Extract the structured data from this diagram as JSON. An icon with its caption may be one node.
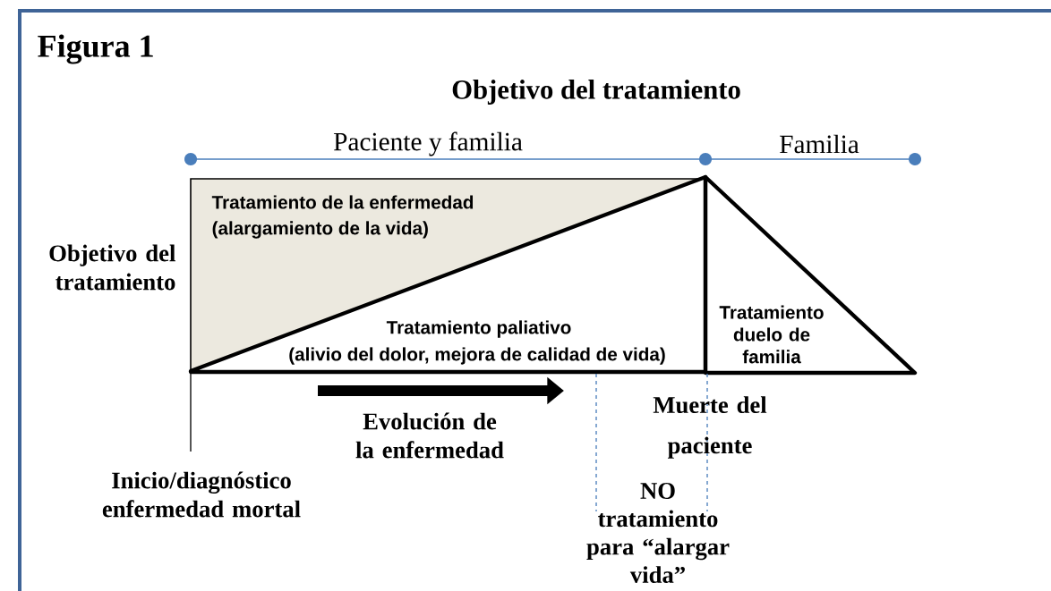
{
  "diagram": {
    "title": "Objetivo del tratamiento",
    "labels": [
      "Figura 1",
      "Paciente y familia",
      "Familia",
      "Tratamiento de la enfermedad",
      "(alargamiento de la vida)",
      "Objetivo del tratamiento",
      "Tratamiento paliativo",
      "(alivio del dolor, mejora de calidad de vida)",
      "Tratamiento duelo de familia",
      "Evolución de la enfermedad",
      "Muerte del paciente",
      "Inicio/diagnóstico enfermedad mortal",
      "NO tratamiento para “alargar vida”"
    ]
  }
}
